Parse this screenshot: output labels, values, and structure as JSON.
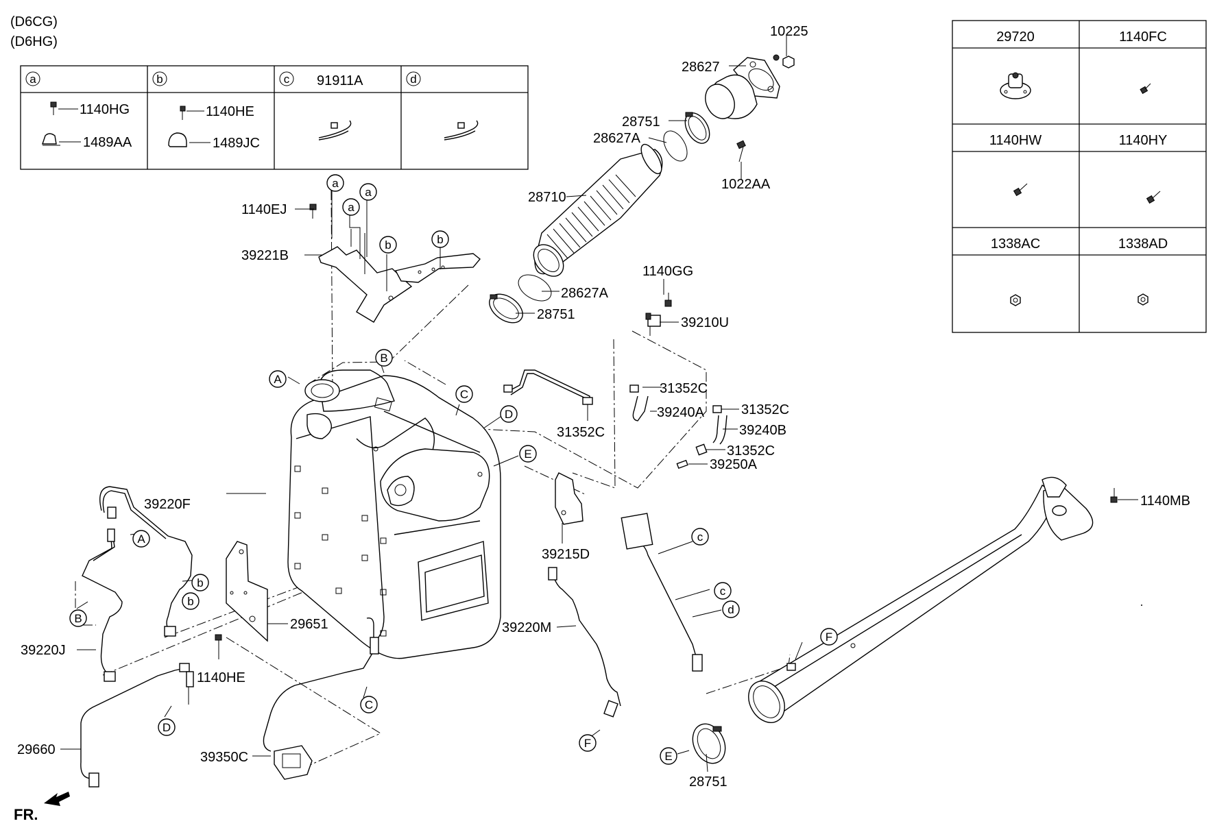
{
  "engine_codes": [
    "(D6CG)",
    "(D6HG)"
  ],
  "left_table": {
    "cells": [
      {
        "letter": "a",
        "title": "",
        "parts": [
          "1140HG",
          "1489AA"
        ]
      },
      {
        "letter": "b",
        "title": "",
        "parts": [
          "1140HE",
          "1489JC"
        ]
      },
      {
        "letter": "c",
        "title": "91911A",
        "parts": []
      },
      {
        "letter": "d",
        "title": "",
        "parts": []
      }
    ]
  },
  "right_table": {
    "headers": [
      "29720",
      "1140FC",
      "1140HW",
      "1140HY",
      "1338AC",
      "1338AD"
    ]
  },
  "part_labels": {
    "p10225": "10225",
    "p28627": "28627",
    "p28751_top": "28751",
    "p28627A_top": "28627A",
    "p1022AA": "1022AA",
    "p28710": "28710",
    "p28627A_mid": "28627A",
    "p28751_mid": "28751",
    "p1140GG": "1140GG",
    "p39210U": "39210U",
    "p31352C_1": "31352C",
    "p39240A": "39240A",
    "p31352C_2": "31352C",
    "p31352C_3": "31352C",
    "p39240B": "39240B",
    "p31352C_4": "31352C",
    "p39250A": "39250A",
    "p1140EJ": "1140EJ",
    "p39221B": "39221B",
    "p39220F": "39220F",
    "p29651": "29651",
    "p39220J": "39220J",
    "p1140HE": "1140HE",
    "p29660": "29660",
    "p39350C": "39350C",
    "p39215D": "39215D",
    "p39220M": "39220M",
    "p1140MB": "1140MB",
    "p28751_bot": "28751",
    "fr": "FR."
  },
  "callouts": {
    "a1": "a",
    "a2": "a",
    "a3": "a",
    "b1": "b",
    "b2": "b",
    "b3": "b",
    "b4": "b",
    "c1": "c",
    "c2": "c",
    "d1": "d",
    "A1": "A",
    "A2": "A",
    "B1": "B",
    "B2": "B",
    "C1": "C",
    "C2": "C",
    "D1": "D",
    "D2": "D",
    "E1": "E",
    "E2": "E",
    "F1": "F",
    "F2": "F"
  }
}
